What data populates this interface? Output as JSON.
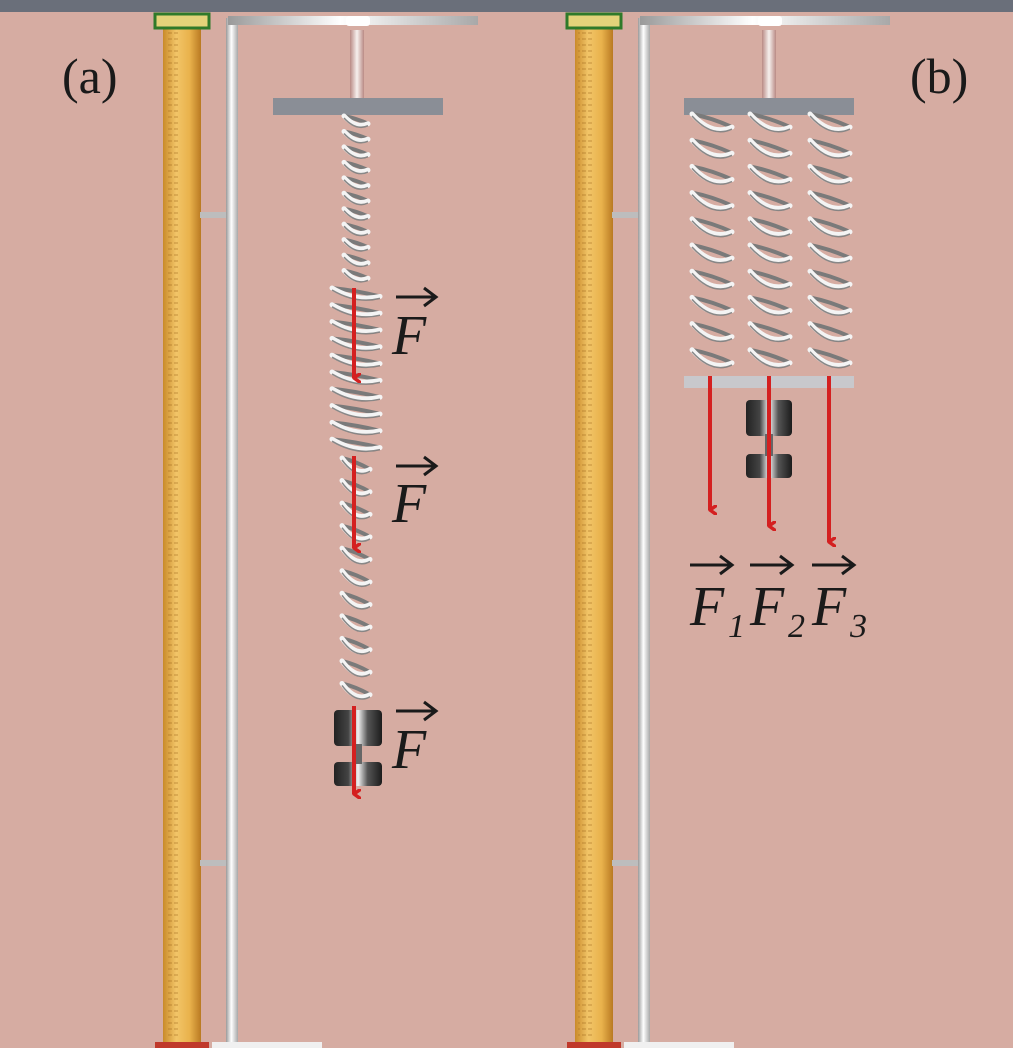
{
  "panels": {
    "a": {
      "label": "(a)",
      "force_labels": [
        {
          "letter": "F",
          "sub": ""
        },
        {
          "letter": "F",
          "sub": ""
        },
        {
          "letter": "F",
          "sub": ""
        }
      ]
    },
    "b": {
      "label": "(b)",
      "force_labels": [
        {
          "letter": "F",
          "sub": "1"
        },
        {
          "letter": "F",
          "sub": "2"
        },
        {
          "letter": "F",
          "sub": "3"
        }
      ]
    }
  },
  "colors": {
    "background": "#d6aca2",
    "arrow": "#d42020",
    "ruler": "#e8b85a",
    "bracket": "#8a8e96",
    "text": "#1a1a1a"
  }
}
